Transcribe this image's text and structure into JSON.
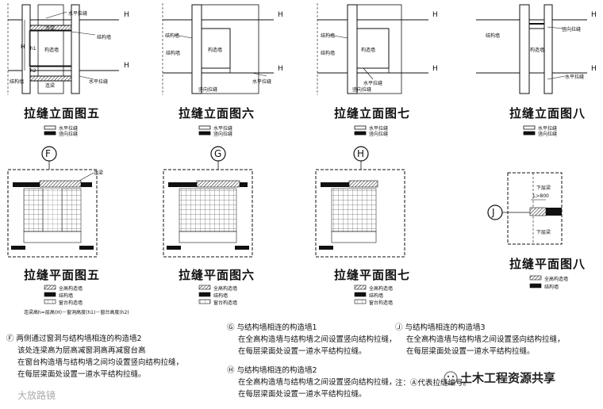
{
  "elevation_titles": [
    "拉缝立面图五",
    "拉缝立面图六",
    "拉缝立面图七",
    "拉缝立面图八"
  ],
  "plan_titles": [
    "拉缝平面图五",
    "拉缝平面图六",
    "拉缝平面图七",
    "拉缝平面图八"
  ],
  "markers": [
    "F",
    "G",
    "H",
    "J"
  ],
  "level_mark": "H",
  "labels": {
    "connecting_beam": "连梁",
    "structural_wall": "结构墙",
    "infill_wall": "构造墙",
    "horizontal_joint": "水平拉缝",
    "vertical_joint": "竖向拉缝",
    "h_total": "H",
    "h1": "h1",
    "h2": "h2",
    "lower_beam": "下层梁",
    "length": "L>800"
  },
  "legend_elev": [
    "水平拉缝",
    "竖向拉缝"
  ],
  "legend_plan": [
    "全高构造墙",
    "结构墙",
    "窗台构造墙"
  ],
  "legend_plan8": [
    "全高构造墙",
    "结构墙"
  ],
  "formula": "连梁高h=层高(H)－窗洞高度(h1)－窗台高度(h2)",
  "notes": {
    "F": [
      "两侧通过窗洞与结构墙相连的构造墙2",
      "该处连梁高为层高减窗洞高再减窗台高",
      "在窗台构造墙与结构墙之间均设置竖向结构拉缝，",
      "在每层梁面处设置一道水平结构拉缝。"
    ],
    "G": [
      "与结构墙相连的构造墙1",
      "在全高构造墙与结构墙之间设置竖向结构拉缝，",
      "在每层梁面处设置一道水平结构拉缝。"
    ],
    "H": [
      "与结构墙相连的构造墙2",
      "在全高构造墙与结构墙之间设置竖向结构拉缝，",
      "在每层梁面处设置一道水平结构拉缝。"
    ],
    "J": [
      "与结构墙相连的构造墙3",
      "在全高构造墙与结构墙之间设置竖向结构拉缝，",
      "在每层梁面处设置一道水平结构拉缝。"
    ]
  },
  "footnote": "注：Ⓐ代表拉缝编号。",
  "watermarks": {
    "left": "大放路镜",
    "right": "土木工程资源共享"
  }
}
